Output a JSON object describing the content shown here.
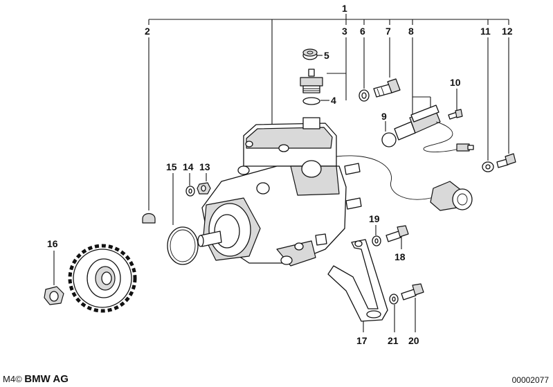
{
  "callouts": {
    "c1": "1",
    "c2": "2",
    "c3": "3",
    "c4": "4",
    "c5": "5",
    "c6": "6",
    "c7": "7",
    "c8": "8",
    "c9": "9",
    "c10": "10",
    "c11": "11",
    "c12": "12",
    "c13": "13",
    "c14": "14",
    "c15": "15",
    "c16": "16",
    "c17": "17",
    "c18": "18",
    "c19": "19",
    "c20": "20",
    "c21": "21"
  },
  "footer": {
    "prefix": "M4",
    "copyright": "©",
    "brand": "BMW AG",
    "diagram_number": "00002077"
  }
}
